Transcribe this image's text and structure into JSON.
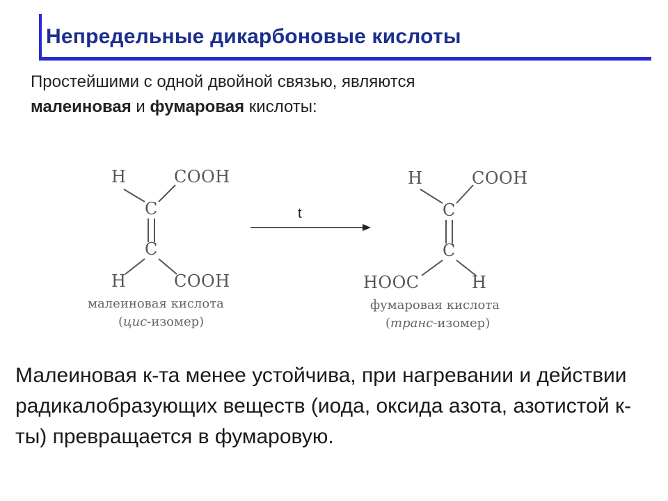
{
  "slide": {
    "title": "Непредельные дикарбоновые кислоты",
    "intro": {
      "line1": "Простейшими с одной двойной связью, являются",
      "maleic": "малеиновая",
      "and": " и ",
      "fumaric": "фумаровая",
      "tail": " кислоты:"
    },
    "maleic_structure": {
      "h_top": "H",
      "cooh_top": "COOH",
      "c_top": "C",
      "c_bottom": "C",
      "h_bottom": "H",
      "cooh_bottom": "COOH",
      "name": "малеиновая кислота",
      "isomer_open": "(",
      "isomer_prefix": "цис",
      "isomer_suffix": "-изомер)"
    },
    "reaction_arrow_label": "t",
    "fumaric_structure": {
      "h_top": "H",
      "cooh_top": "COOH",
      "c_top": "C",
      "c_bottom": "C",
      "hooc_bottom": "HOOC",
      "h_bottom": "H",
      "name": "фумаровая кислота",
      "isomer_open": "(",
      "isomer_prefix": "транс",
      "isomer_suffix": "-изомер)"
    },
    "summary": "Малеиновая к-та менее устойчива, при нагревании и действии радикалобразующих веществ (иода, оксида азота, азотистой к-ты) превращается в фумаровую."
  }
}
